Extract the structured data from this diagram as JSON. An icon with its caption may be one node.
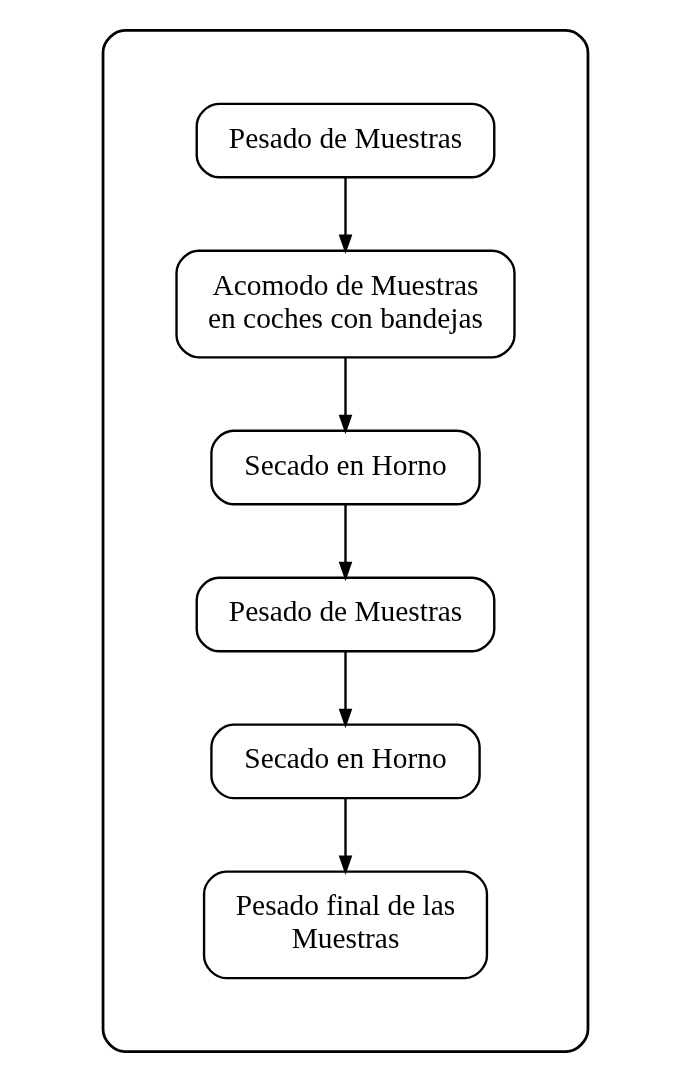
{
  "diagram": {
    "nodes": [
      {
        "text": [],
        "shape": "box"
      },
      {
        "text": [
          "Pesado de Muestras"
        ],
        "in": 0
      },
      {
        "text": [
          "Acomodo de Muestras en coches con bandejas"
        ],
        "in": 0
      },
      {
        "text": [
          "Secado en Horno"
        ],
        "in": 0
      },
      {
        "text": [
          "Pesado de Muestras"
        ],
        "in": 0
      },
      {
        "text": [
          "Secado en Horno"
        ],
        "in": 0
      },
      {
        "text": [
          "Pesado final de las Muestras"
        ],
        "in": 0
      }
    ],
    "edges": [
      {
        "from": 1,
        "to": 2,
        "arrow": "to"
      },
      {
        "from": 2,
        "to": 3,
        "arrow": "to"
      },
      {
        "from": 3,
        "to": 4,
        "arrow": "to"
      },
      {
        "from": 4,
        "to": 5,
        "arrow": "to"
      },
      {
        "from": 5,
        "to": 6,
        "arrow": "to"
      }
    ]
  }
}
